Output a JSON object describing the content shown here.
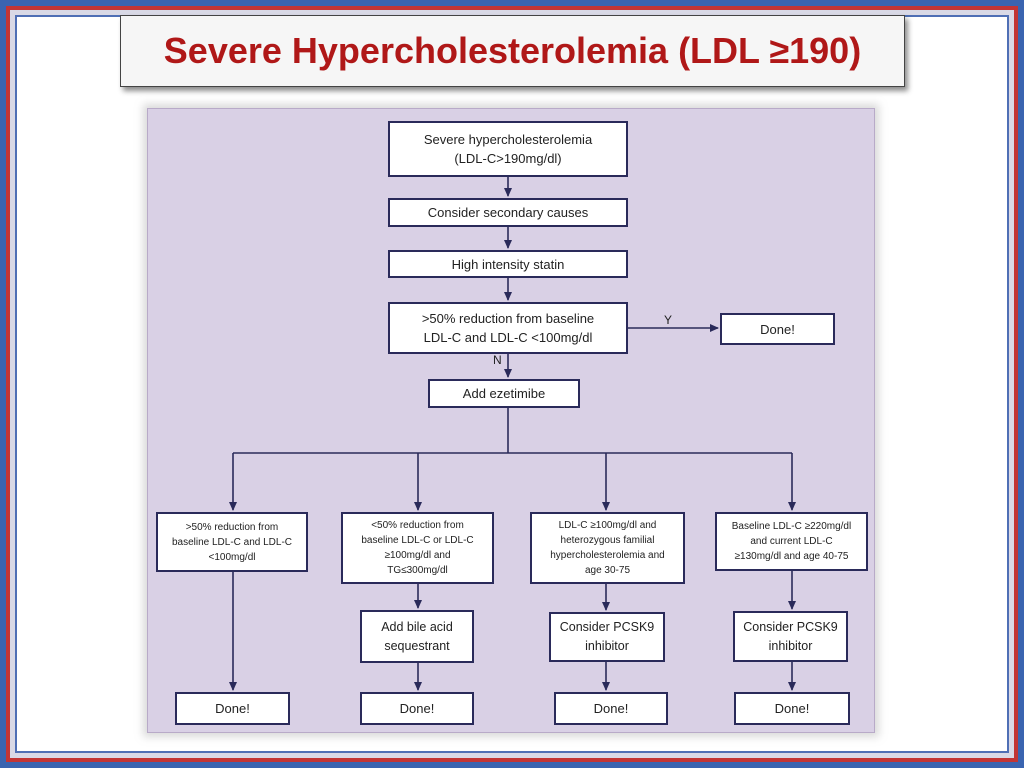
{
  "slide": {
    "title": "Severe Hypercholesterolemia (LDL ≥190)"
  },
  "flowchart": {
    "nodes": {
      "start": "Severe hypercholesterolemia\n(LDL-C>190mg/dl)",
      "secondary": "Consider secondary causes",
      "statin": "High intensity statin",
      "decision": ">50% reduction from baseline\nLDL-C and LDL-C <100mg/dl",
      "done_top": "Done!",
      "ezetimibe": "Add ezetimibe",
      "branch1": ">50% reduction from\nbaseline LDL-C and LDL-C\n<100mg/dl",
      "branch2": "<50% reduction from\nbaseline LDL-C or LDL-C\n≥100mg/dl and\nTG≤300mg/dl",
      "branch3": "LDL-C ≥100mg/dl and\nheterozygous familial\nhypercholesterolemia and\nage 30-75",
      "branch4": "Baseline LDL-C ≥220mg/dl\nand current LDL-C\n≥130mg/dl and age 40-75",
      "bile_acid": "Add bile acid\nsequestrant",
      "pcsk9_a": "Consider PCSK9\ninhibitor",
      "pcsk9_b": "Consider PCSK9\ninhibitor",
      "done_1": "Done!",
      "done_2": "Done!",
      "done_3": "Done!",
      "done_4": "Done!"
    },
    "edge_labels": {
      "yes": "Y",
      "no": "N"
    }
  },
  "colors": {
    "title_text": "#b01818",
    "panel_background": "#d9d0e5",
    "box_border": "#2a2a5a",
    "frame_blue": "#3a64b0",
    "frame_red": "#c23535"
  }
}
